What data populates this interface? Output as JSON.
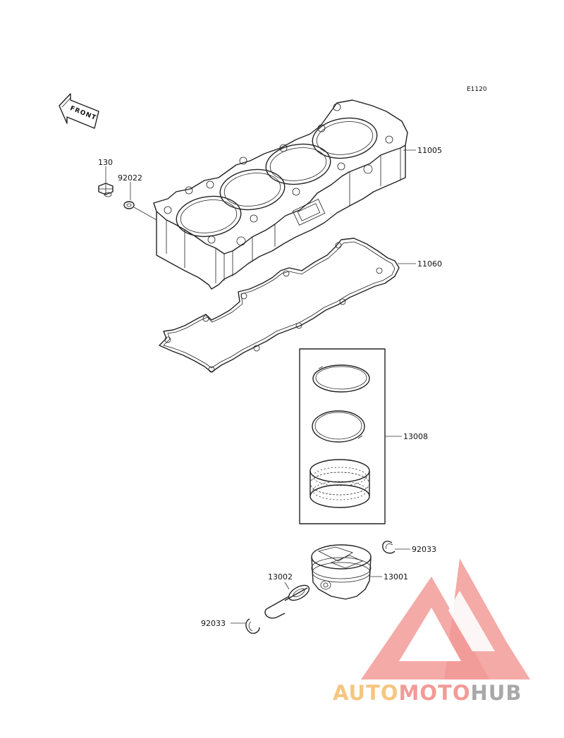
{
  "diagram": {
    "code": "E1120",
    "front_label": "FRONT",
    "parts": [
      {
        "id": "cylinder",
        "number": "11005"
      },
      {
        "id": "bolt",
        "number": "130"
      },
      {
        "id": "washer",
        "number": "92022"
      },
      {
        "id": "gasket",
        "number": "11060"
      },
      {
        "id": "ring-set",
        "number": "13008"
      },
      {
        "id": "circlip-right",
        "number": "92033"
      },
      {
        "id": "piston",
        "number": "13001"
      },
      {
        "id": "piston-pin",
        "number": "13002"
      },
      {
        "id": "circlip-left",
        "number": "92033"
      }
    ]
  },
  "watermark": {
    "part1": "AUTO",
    "part2": "MOTO",
    "part3": "HUB",
    "color1": "#f5bd6a",
    "color2": "#f08a86",
    "color3": "#9a9a9a"
  }
}
